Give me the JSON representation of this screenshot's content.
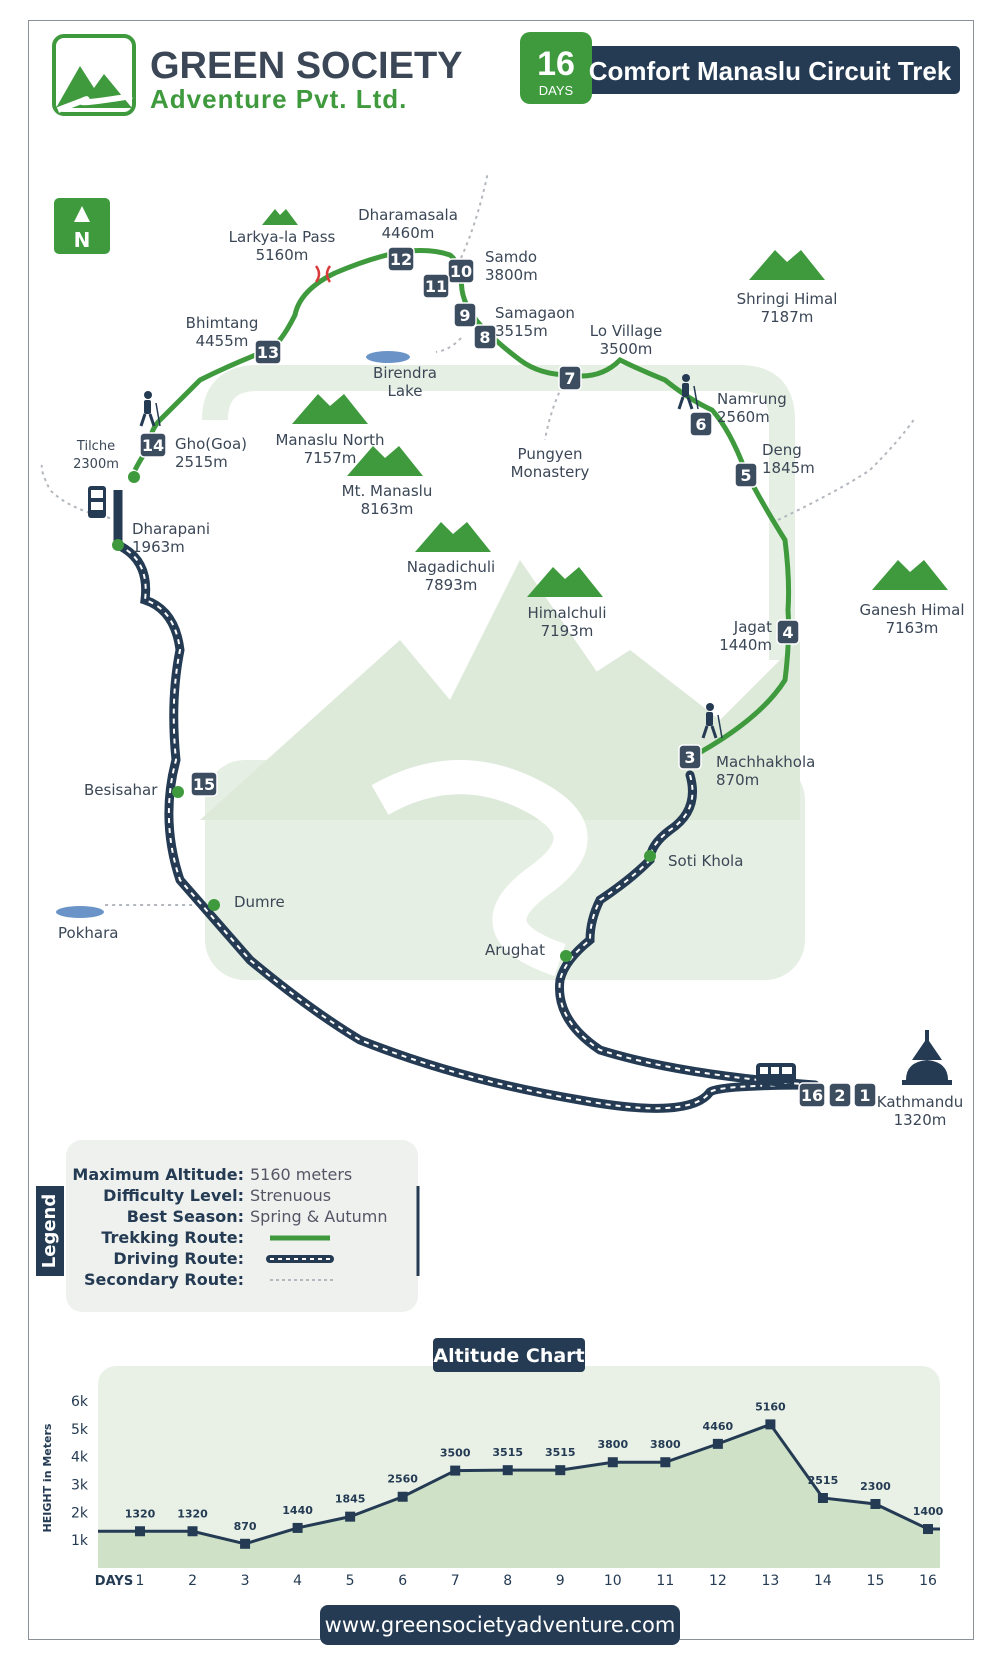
{
  "brand": {
    "name_line1": "GREEN SOCIETY",
    "name_line2": "Adventure Pvt. Ltd."
  },
  "trip": {
    "days": "16",
    "days_label": "DAYS",
    "title": "Comfort Manaslu Circuit Trek"
  },
  "compass": {
    "label": "N"
  },
  "colors": {
    "navy": "#243b53",
    "green": "#3f9a3e",
    "light_green": "#e4efe1",
    "chart_fill": "#cfe1c7"
  },
  "places": [
    {
      "id": "larkya",
      "name": "Larkya-la Pass",
      "alt": "5160m"
    },
    {
      "id": "dharamsala",
      "name": "Dharamasala",
      "alt": "4460m"
    },
    {
      "id": "samdo",
      "name": "Samdo",
      "alt": "3800m"
    },
    {
      "id": "samagaon",
      "name": "Samagaon",
      "alt": "3515m"
    },
    {
      "id": "lo",
      "name": "Lo Village",
      "alt": "3500m"
    },
    {
      "id": "namrung",
      "name": "Namrung",
      "alt": "2560m"
    },
    {
      "id": "deng",
      "name": "Deng",
      "alt": "1845m"
    },
    {
      "id": "jagat",
      "name": "Jagat",
      "alt": "1440m"
    },
    {
      "id": "machhakhola",
      "name": "Machhakhola",
      "alt": "870m"
    },
    {
      "id": "bhimtang",
      "name": "Bhimtang",
      "alt": "4455m"
    },
    {
      "id": "gho",
      "name": "Gho(Goa)",
      "alt": "2515m"
    },
    {
      "id": "tilche",
      "name": "Tilche",
      "alt": "2300m"
    },
    {
      "id": "dharapani",
      "name": "Dharapani",
      "alt": "1963m"
    },
    {
      "id": "kathmandu",
      "name": "Kathmandu",
      "alt": "1320m"
    },
    {
      "id": "birendra",
      "name": "Birendra",
      "alt": "Lake"
    },
    {
      "id": "pungyen",
      "name": "Pungyen",
      "alt": "Monastery"
    },
    {
      "id": "soti",
      "name": "Soti Khola",
      "alt": ""
    },
    {
      "id": "arughat",
      "name": "Arughat",
      "alt": ""
    },
    {
      "id": "besisahar",
      "name": "Besisahar",
      "alt": ""
    },
    {
      "id": "dumre",
      "name": "Dumre",
      "alt": ""
    },
    {
      "id": "pokhara",
      "name": "Pokhara",
      "alt": ""
    }
  ],
  "peaks": [
    {
      "id": "shringi",
      "name": "Shringi Himal",
      "alt": "7187m"
    },
    {
      "id": "manaslu_north",
      "name": "Manaslu North",
      "alt": "7157m"
    },
    {
      "id": "mt_manaslu",
      "name": "Mt. Manaslu",
      "alt": "8163m"
    },
    {
      "id": "nagadichuli",
      "name": "Nagadichuli",
      "alt": "7893m"
    },
    {
      "id": "himalchuli",
      "name": "Himalchuli",
      "alt": "7193m"
    },
    {
      "id": "ganesh",
      "name": "Ganesh Himal",
      "alt": "7163m"
    }
  ],
  "day_markers": [
    "1",
    "2",
    "3",
    "4",
    "5",
    "6",
    "7",
    "8",
    "9",
    "10",
    "11",
    "12",
    "13",
    "14",
    "15",
    "16"
  ],
  "legend": {
    "title": "Legend",
    "max_alt_label": "Maximum Altitude:",
    "max_alt_value": "5160 meters",
    "difficulty_label": "Difficulty Level:",
    "difficulty_value": "Strenuous",
    "season_label": "Best Season:",
    "season_value": "Spring & Autumn",
    "trekking_label": "Trekking Route:",
    "driving_label": "Driving Route:",
    "secondary_label": "Secondary Route:"
  },
  "chart_data": {
    "type": "area",
    "title": "Altitude Chart",
    "xlabel": "DAYS",
    "ylabel": "HEIGHT in Meters",
    "x": [
      1,
      2,
      3,
      4,
      5,
      6,
      7,
      8,
      9,
      10,
      11,
      12,
      13,
      14,
      15,
      16
    ],
    "values": [
      1320,
      1320,
      870,
      1440,
      1845,
      2560,
      3500,
      3515,
      3515,
      3800,
      3800,
      4460,
      5160,
      2515,
      2300,
      1400
    ],
    "data_labels": [
      "1320",
      "1320",
      "870",
      "1440",
      "1845",
      "2560",
      "3500",
      "3515",
      "3515",
      "3800",
      "3800",
      "4460",
      "5160",
      "2515",
      "2300",
      "1400"
    ],
    "y_ticks": [
      "1k",
      "2k",
      "3k",
      "4k",
      "5k",
      "6k"
    ],
    "ylim": [
      0,
      6000
    ],
    "grid": false
  },
  "footer": {
    "website": "www.greensocietyadventure.com"
  }
}
